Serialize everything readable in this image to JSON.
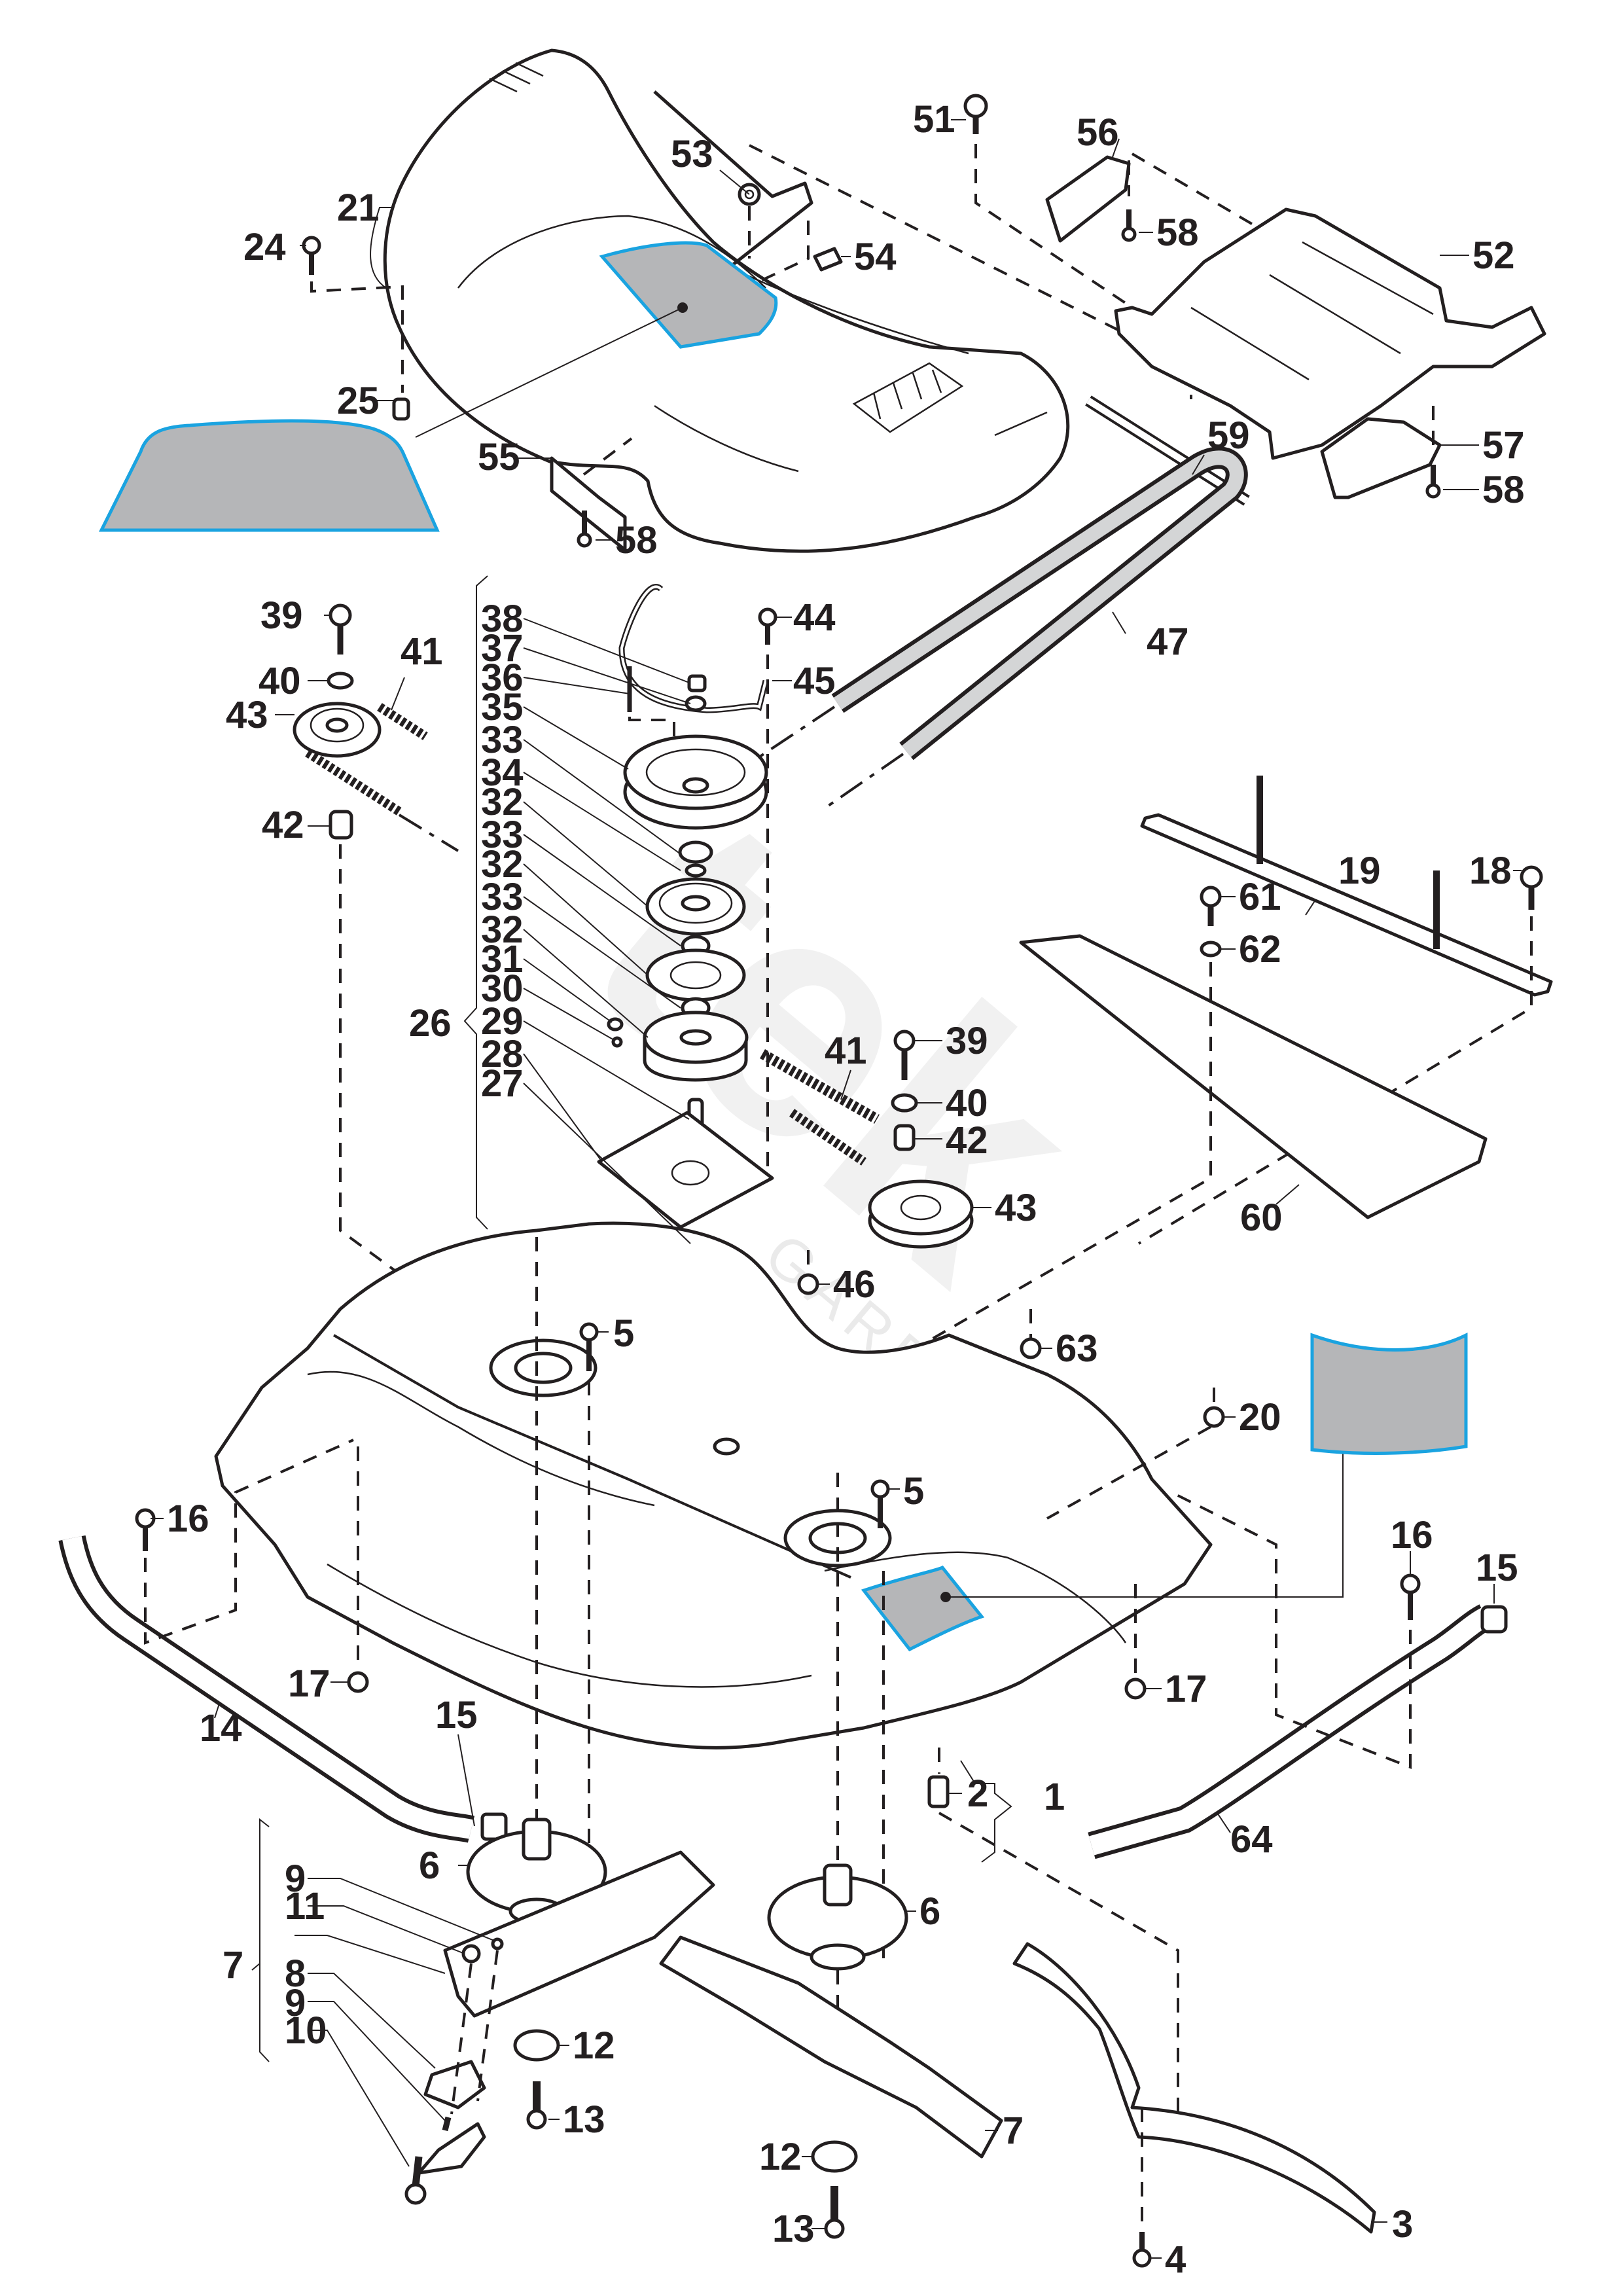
{
  "diagram": {
    "type": "exploded-parts-diagram",
    "subject": "Lawn mower cutting deck assembly",
    "watermark": {
      "main": "tek",
      "sub": "GARDEN"
    },
    "colors": {
      "ink": "#231f20",
      "decal_fill": "#b5b6b8",
      "decal_outline": "#1aa3e0",
      "belt_fill": "#d4d5d6",
      "background": "#ffffff"
    },
    "callouts": [
      {
        "id": "l1",
        "text": "1",
        "part": "cutting deck assembly"
      },
      {
        "id": "l2",
        "text": "2",
        "part": "spacer bushing"
      },
      {
        "id": "l3",
        "text": "3",
        "part": "discharge deflector"
      },
      {
        "id": "l4",
        "text": "4",
        "part": "screw"
      },
      {
        "id": "l5a",
        "text": "5",
        "part": "bolt"
      },
      {
        "id": "l5b",
        "text": "5",
        "part": "bolt"
      },
      {
        "id": "l6a",
        "text": "6",
        "part": "spindle housing"
      },
      {
        "id": "l6b",
        "text": "6",
        "part": "spindle housing"
      },
      {
        "id": "l7a",
        "text": "7",
        "part": "blade assembly"
      },
      {
        "id": "l7b",
        "text": "7",
        "part": "blade"
      },
      {
        "id": "l8",
        "text": "8",
        "part": "blade tip"
      },
      {
        "id": "l9a",
        "text": "9",
        "part": "nut"
      },
      {
        "id": "l9b",
        "text": "9",
        "part": "screw"
      },
      {
        "id": "l10",
        "text": "10",
        "part": "bolt"
      },
      {
        "id": "l11",
        "text": "11",
        "part": "nut"
      },
      {
        "id": "l12a",
        "text": "12",
        "part": "washer"
      },
      {
        "id": "l12b",
        "text": "12",
        "part": "washer"
      },
      {
        "id": "l13a",
        "text": "13",
        "part": "blade bolt"
      },
      {
        "id": "l13b",
        "text": "13",
        "part": "blade bolt"
      },
      {
        "id": "l14",
        "text": "14",
        "part": "bumper bar left"
      },
      {
        "id": "l15a",
        "text": "15",
        "part": "end cap"
      },
      {
        "id": "l15b",
        "text": "15",
        "part": "end cap"
      },
      {
        "id": "l16a",
        "text": "16",
        "part": "screw"
      },
      {
        "id": "l16b",
        "text": "16",
        "part": "screw"
      },
      {
        "id": "l17a",
        "text": "17",
        "part": "nut"
      },
      {
        "id": "l17b",
        "text": "17",
        "part": "nut"
      },
      {
        "id": "l18",
        "text": "18",
        "part": "bolt"
      },
      {
        "id": "l19",
        "text": "19",
        "part": "bracket bar"
      },
      {
        "id": "l20",
        "text": "20",
        "part": "nut"
      },
      {
        "id": "l21",
        "text": "21",
        "part": "belt cover"
      },
      {
        "id": "l24",
        "text": "24",
        "part": "screw"
      },
      {
        "id": "l25",
        "text": "25",
        "part": "nut"
      },
      {
        "id": "l26",
        "text": "26",
        "part": "pulley assembly"
      },
      {
        "id": "l27",
        "text": "27",
        "part": "bolt"
      },
      {
        "id": "l28",
        "text": "28",
        "part": "plate"
      },
      {
        "id": "l29",
        "text": "29",
        "part": "shaft"
      },
      {
        "id": "l30",
        "text": "30",
        "part": "nut"
      },
      {
        "id": "l31",
        "text": "31",
        "part": "washer"
      },
      {
        "id": "l32a",
        "text": "32",
        "part": "pulley"
      },
      {
        "id": "l32b",
        "text": "32",
        "part": "flange"
      },
      {
        "id": "l32c",
        "text": "32",
        "part": "pulley"
      },
      {
        "id": "l33a",
        "text": "33",
        "part": "bearing"
      },
      {
        "id": "l33b",
        "text": "33",
        "part": "bearing"
      },
      {
        "id": "l33c",
        "text": "33",
        "part": "bearing"
      },
      {
        "id": "l34",
        "text": "34",
        "part": "spacer"
      },
      {
        "id": "l35",
        "text": "35",
        "part": "v-belt pulley"
      },
      {
        "id": "l36",
        "text": "36",
        "part": "pin"
      },
      {
        "id": "l37",
        "text": "37",
        "part": "washer"
      },
      {
        "id": "l38",
        "text": "38",
        "part": "nut"
      },
      {
        "id": "l39a",
        "text": "39",
        "part": "bolt"
      },
      {
        "id": "l39b",
        "text": "39",
        "part": "bolt"
      },
      {
        "id": "l40a",
        "text": "40",
        "part": "washer"
      },
      {
        "id": "l40b",
        "text": "40",
        "part": "washer"
      },
      {
        "id": "l41a",
        "text": "41",
        "part": "toothed belt"
      },
      {
        "id": "l41b",
        "text": "41",
        "part": "toothed belt"
      },
      {
        "id": "l42a",
        "text": "42",
        "part": "spacer"
      },
      {
        "id": "l42b",
        "text": "42",
        "part": "spacer"
      },
      {
        "id": "l43a",
        "text": "43",
        "part": "toothed pulley"
      },
      {
        "id": "l43b",
        "text": "43",
        "part": "toothed pulley"
      },
      {
        "id": "l44",
        "text": "44",
        "part": "screw"
      },
      {
        "id": "l45",
        "text": "45",
        "part": "belt guide wire"
      },
      {
        "id": "l46",
        "text": "46",
        "part": "nut"
      },
      {
        "id": "l47",
        "text": "47",
        "part": "v-belt"
      },
      {
        "id": "l51",
        "text": "51",
        "part": "bolt"
      },
      {
        "id": "l52",
        "text": "52",
        "part": "discharge chute"
      },
      {
        "id": "l53",
        "text": "53",
        "part": "nut"
      },
      {
        "id": "l54",
        "text": "54",
        "part": "clip"
      },
      {
        "id": "l55",
        "text": "55",
        "part": "cover plate"
      },
      {
        "id": "l56",
        "text": "56",
        "part": "cover left"
      },
      {
        "id": "l57",
        "text": "57",
        "part": "cover right"
      },
      {
        "id": "l58a",
        "text": "58",
        "part": "screw"
      },
      {
        "id": "l58b",
        "text": "58",
        "part": "screw"
      },
      {
        "id": "l58c",
        "text": "58",
        "part": "screw"
      },
      {
        "id": "l59",
        "text": "59",
        "part": "rod"
      },
      {
        "id": "l60",
        "text": "60",
        "part": "plate"
      },
      {
        "id": "l61",
        "text": "61",
        "part": "bolt"
      },
      {
        "id": "l62",
        "text": "62",
        "part": "washer"
      },
      {
        "id": "l63",
        "text": "63",
        "part": "nut"
      },
      {
        "id": "l64",
        "text": "64",
        "part": "bumper bar right"
      }
    ],
    "decals": [
      {
        "id": "decal-cover",
        "part": "cover decal"
      },
      {
        "id": "decal-deck",
        "part": "deck decal"
      }
    ]
  }
}
